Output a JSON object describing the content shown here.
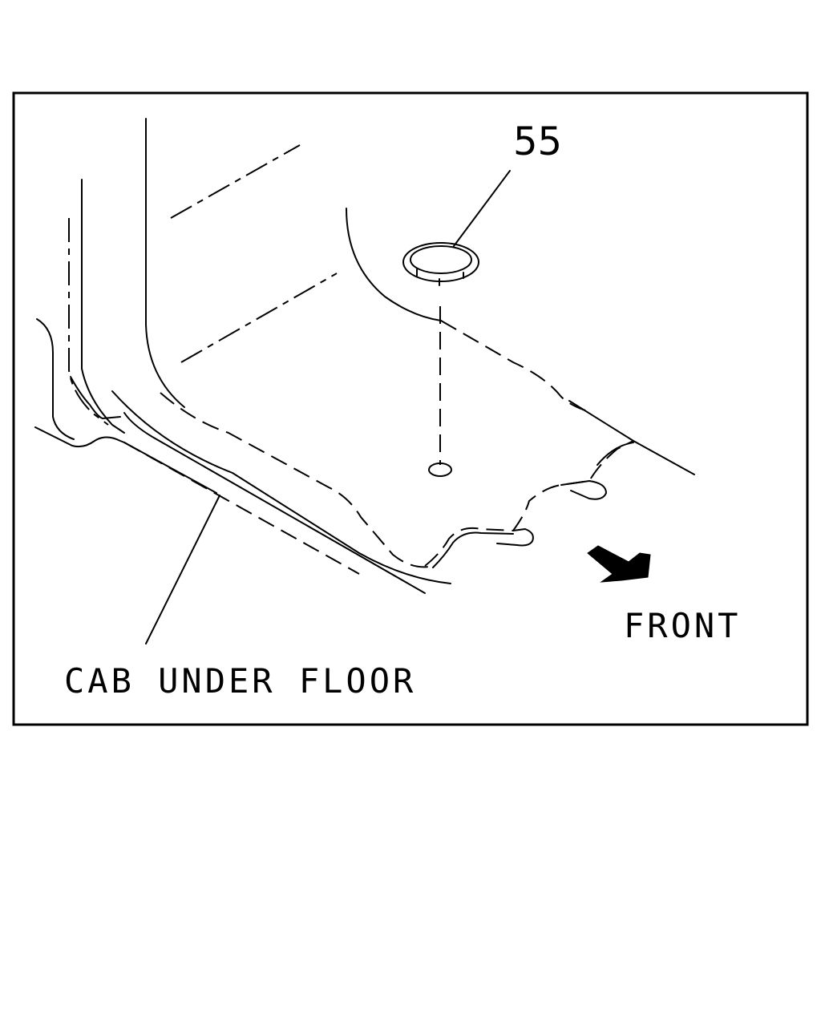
{
  "diagram": {
    "part_callout": "55",
    "label_floor": "CAB UNDER FLOOR",
    "label_direction": "FRONT",
    "direction_icon": "front-arrow-icon",
    "line_color": "#000000",
    "background_color": "#ffffff"
  }
}
